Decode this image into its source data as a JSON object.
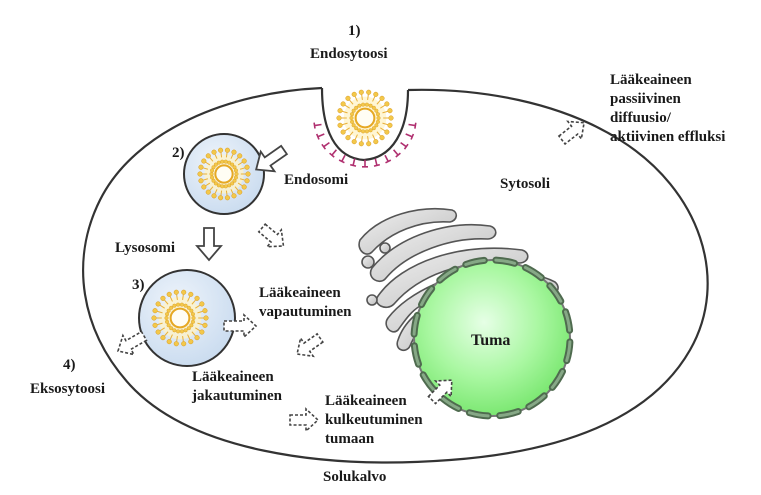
{
  "labels": {
    "step1": "1)",
    "endocytosis": "Endosytoosi",
    "step2": "2)",
    "endosome": "Endosomi",
    "lysosome": "Lysosomi",
    "step3": "3)",
    "step4": "4)",
    "exocytosis": "Eksosytoosi",
    "cytosol": "Sytosoli",
    "nucleus": "Tuma",
    "cell_membrane": "Solukalvo",
    "passive": [
      "Lääkeaineen",
      "passiivinen",
      "diffuusio/",
      "aktiivinen effluksi"
    ],
    "release": [
      "Lääkeaineen",
      "vapautuminen"
    ],
    "distribution": [
      "Lääkeaineen",
      "jakautuminen"
    ],
    "transport": [
      "Lääkeaineen",
      "kulkeutuminen",
      "tumaan"
    ]
  },
  "colors": {
    "cell_outline": "#333333",
    "vesicle_fill": "#dce8f5",
    "vesicle_stroke": "#333333",
    "liposome_core": "#f2c230",
    "liposome_lipid": "#e8b03a",
    "nucleus_fill": "#9cf59c",
    "nucleus_outline": "#4a6a4a",
    "golgi_fill": "#d6d6d6",
    "golgi_stroke": "#555555",
    "membrane_protein": "#b03070"
  },
  "icons": {
    "liposome": "liposome-icon",
    "solid_arrow": "hollow-arrow-icon",
    "dashed_arrow": "dashed-arrow-icon"
  }
}
